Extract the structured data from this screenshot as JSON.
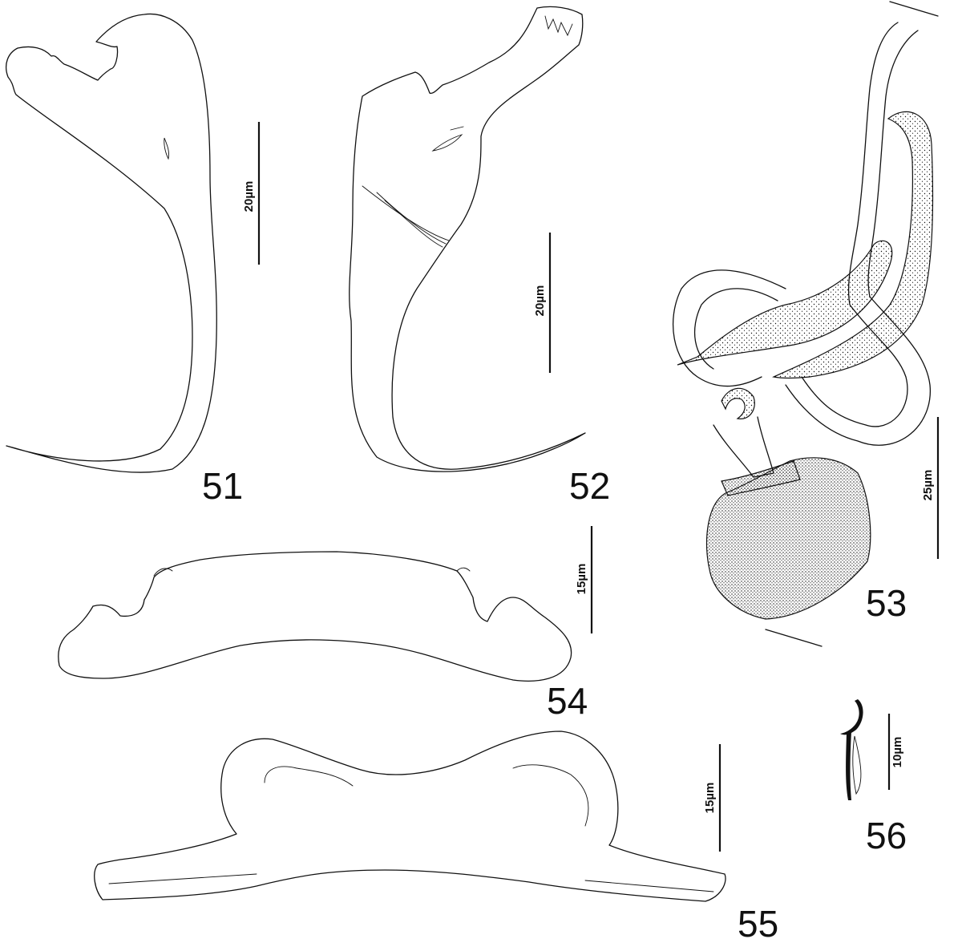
{
  "figures": [
    {
      "id": "51",
      "label": "51",
      "scale_bar": "20µm"
    },
    {
      "id": "52",
      "label": "52",
      "scale_bar": "20µm"
    },
    {
      "id": "53",
      "label": "53",
      "scale_bar": "25µm"
    },
    {
      "id": "54",
      "label": "54",
      "scale_bar": "15µm"
    },
    {
      "id": "55",
      "label": "55",
      "scale_bar": "15µm"
    },
    {
      "id": "56",
      "label": "56",
      "scale_bar": "10µm"
    }
  ]
}
